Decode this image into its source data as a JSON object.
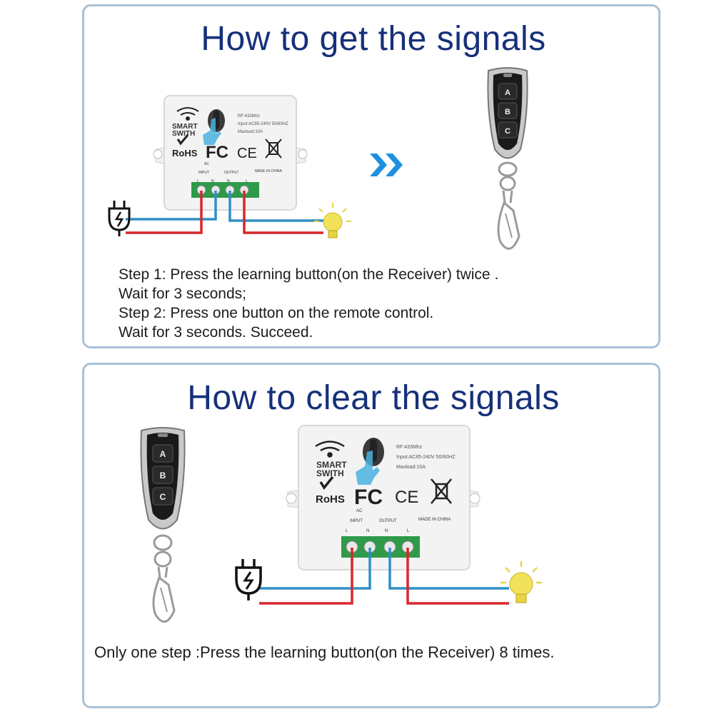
{
  "top_section": {
    "title": "How to get the signals",
    "steps": [
      "Step 1: Press the learning button(on the Receiver) twice .",
      "Wait for 3 seconds;",
      "Step 2: Press one button on the remote control.",
      "Wait for 3 seconds. Succeed."
    ],
    "receiver": {
      "wifi_label_1": "SMART",
      "wifi_label_2": "SWITH",
      "rohs": "RoHS",
      "fc": "FC",
      "ce": "CE",
      "spec_1": "RF:433Mhz",
      "spec_2": "Input:AC85-240V 50/60HZ",
      "spec_3": "Maxload:10A",
      "made_in": "MADE IN CHINA",
      "input_label": "INPUT",
      "output_label": "OUTPUT",
      "ac_label": "AC",
      "terminals": [
        "L",
        "N",
        "N",
        "L"
      ]
    },
    "remote_buttons": [
      "A",
      "B",
      "C"
    ]
  },
  "bottom_section": {
    "title": "How to clear the signals",
    "step": "Only one step :Press the learning button(on the Receiver) 8 times.",
    "receiver": {
      "wifi_label_1": "SMART",
      "wifi_label_2": "SWITH",
      "rohs": "RoHS",
      "fc": "FC",
      "ce": "CE",
      "spec_1": "RF:433Mhz",
      "spec_2": "Input:AC85-240V 50/60HZ",
      "spec_3": "Maxload:10A",
      "made_in": "MADE IN CHINA",
      "input_label": "INPUT",
      "output_label": "OUTPUT",
      "ac_label": "AC",
      "terminals": [
        "L",
        "N",
        "N",
        "L"
      ]
    },
    "remote_buttons": [
      "A",
      "B",
      "C"
    ]
  },
  "colors": {
    "title": "#16307a",
    "panel_border": "#a9c1d6",
    "wire_red": "#d8262c",
    "wire_blue": "#2f8fc6",
    "terminal_green": "#2e9a4a",
    "arrow_blue": "#1e90e0",
    "bulb_yellow": "#f2e25a"
  },
  "icons": [
    "plug-icon",
    "bulb-icon",
    "wifi-icon",
    "hand-press-icon",
    "arrow-right-icon",
    "remote-control",
    "keyring-clip"
  ]
}
